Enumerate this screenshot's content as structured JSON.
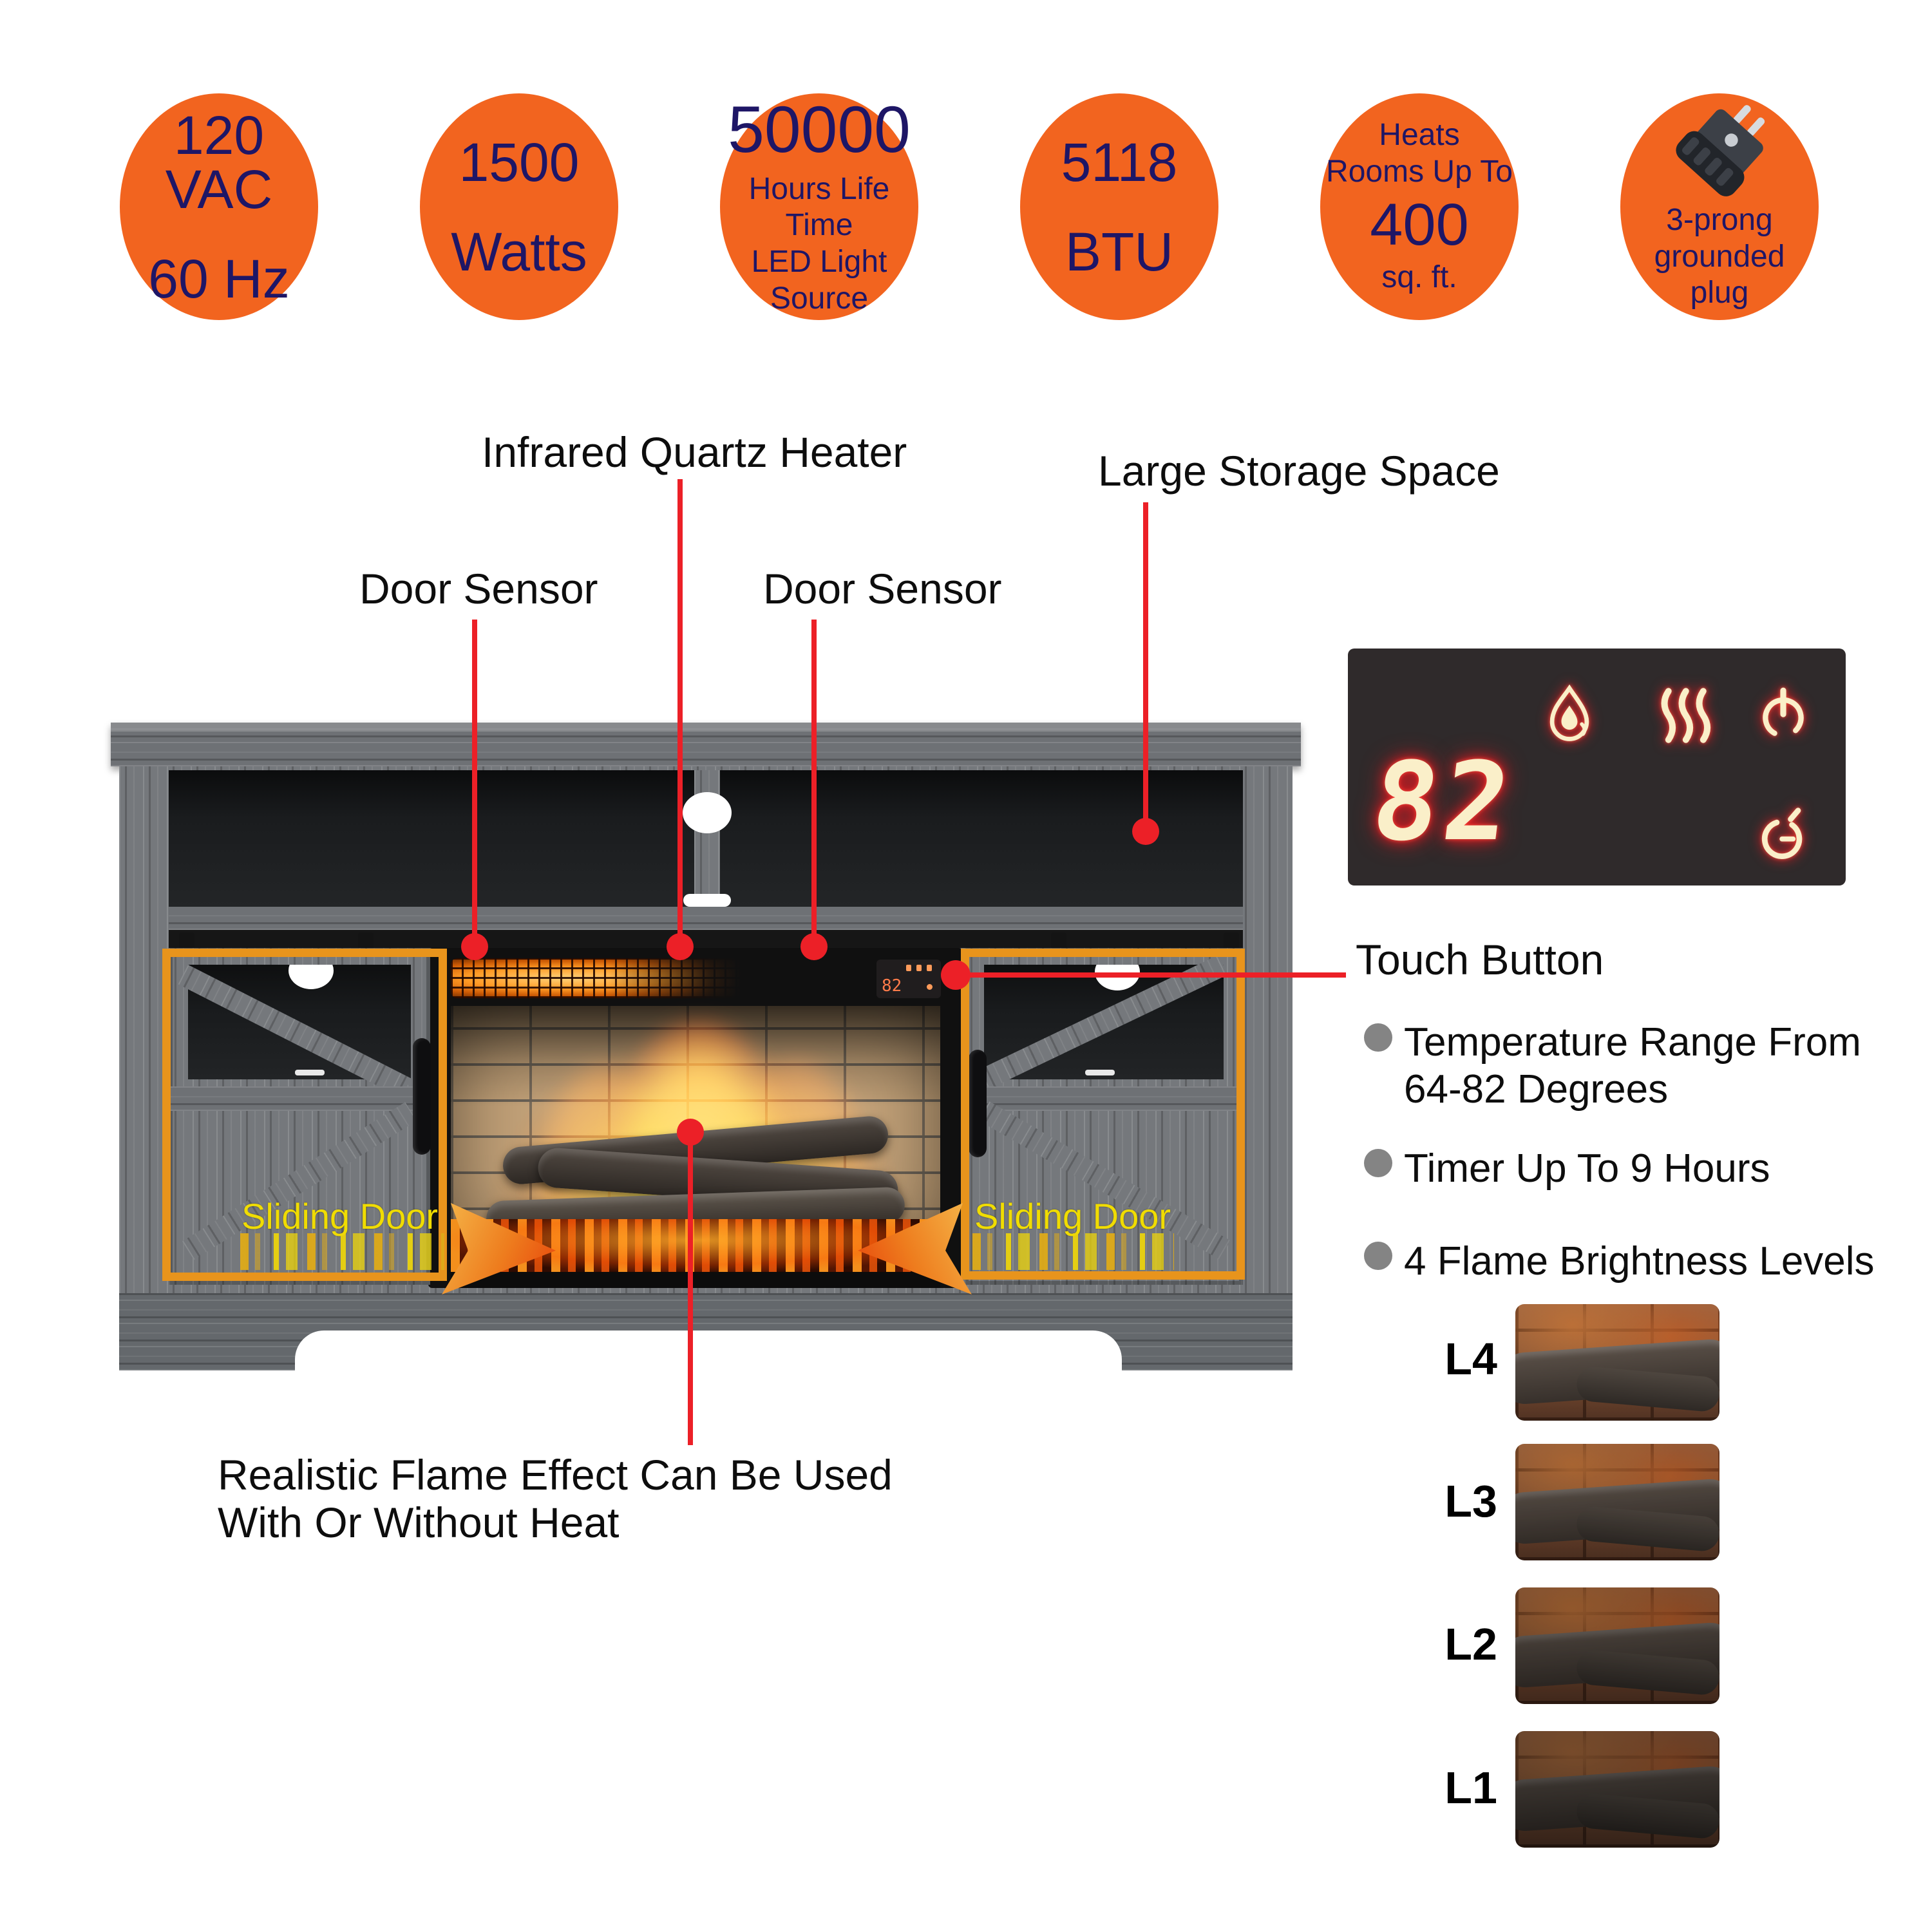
{
  "colors": {
    "badge_orange": "#F2641F",
    "badge_text_navy": "#1E1666",
    "callout_red": "#EC2027",
    "highlight_orange": "#E8941C",
    "sliding_door_yellow": "#F0DC00",
    "panel_background": "#2F2A2B",
    "panel_glow_cream": "#FAEFC9",
    "bullet_gray": "#848484"
  },
  "badges": [
    {
      "name": "electrical-spec",
      "lines": [
        "120 VAC",
        "60 Hz"
      ]
    },
    {
      "name": "wattage",
      "lines": [
        "1500",
        "Watts"
      ]
    },
    {
      "name": "led-life",
      "lines": [
        "50000",
        "Hours Life Time",
        "LED Light",
        "Source"
      ]
    },
    {
      "name": "btu",
      "lines": [
        "5118",
        "BTU"
      ]
    },
    {
      "name": "heating-area",
      "lines": [
        "Heats",
        "Rooms Up To",
        "400",
        "sq. ft."
      ]
    },
    {
      "name": "grounded-plug",
      "icon": "power-plug-icon",
      "lines": [
        "3-prong",
        "grounded",
        "plug"
      ]
    }
  ],
  "callouts": {
    "infrared_heater": "Infrared Quartz Heater",
    "large_storage": "Large Storage Space",
    "door_sensor_left": "Door Sensor",
    "door_sensor_right": "Door Sensor",
    "flame_effect_line1": "Realistic Flame Effect Can Be Used",
    "flame_effect_line2": "With Or Without Heat",
    "sliding_door_left": "Sliding Door",
    "sliding_door_right": "Sliding Door"
  },
  "control_panel": {
    "temperature": "82",
    "icons": [
      "flame-icon",
      "heat-waves-icon",
      "power-icon",
      "timer-icon"
    ]
  },
  "touch_features": {
    "heading": "Touch Button",
    "bullets": [
      {
        "line1": "Temperature Range From",
        "line2": "64-82 Degrees"
      },
      {
        "line1": "Timer Up To 9 Hours",
        "line2": ""
      },
      {
        "line1": "4 Flame Brightness Levels",
        "line2": ""
      }
    ]
  },
  "flame_levels": [
    {
      "label": "L4"
    },
    {
      "label": "L3"
    },
    {
      "label": "L2"
    },
    {
      "label": "L1"
    }
  ]
}
